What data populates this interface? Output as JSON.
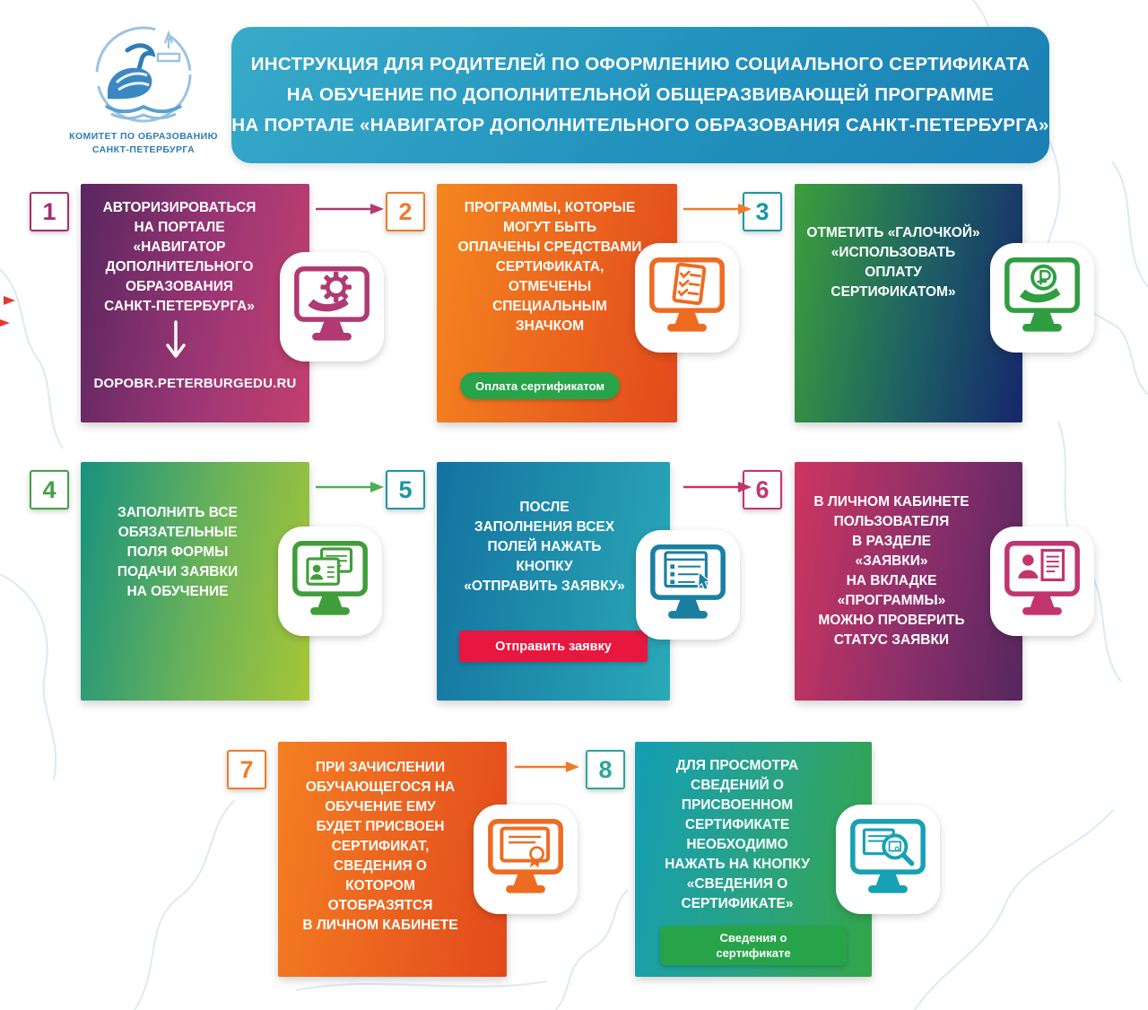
{
  "header": {
    "title_lines": [
      "ИНСТРУКЦИЯ ДЛЯ РОДИТЕЛЕЙ ПО ОФОРМЛЕНИЮ СОЦИАЛЬНОГО СЕРТИФИКАТА",
      "НА ОБУЧЕНИЕ ПО ДОПОЛНИТЕЛЬНОЙ ОБЩЕРАЗВИВАЮЩЕЙ ПРОГРАММЕ",
      "НА ПОРТАЛЕ «НАВИГАТОР ДОПОЛНИТЕЛЬНОГО ОБРАЗОВАНИЯ САНКТ-ПЕТЕРБУРГА»"
    ],
    "gradient": [
      "#38abca",
      "#1b7fb3"
    ]
  },
  "logo": {
    "caption_line1": "КОМИТЕТ ПО ОБРАЗОВАНИЮ",
    "caption_line2": "САНКТ-ПЕТЕРБУРГА",
    "color": "#2e7cb8"
  },
  "steps": [
    {
      "number": "1",
      "accent": "#a92c6d",
      "gradient": [
        "#57265f",
        "#c2406e"
      ],
      "icon": "monitor-gear-hand",
      "text": "АВТОРИЗИРОВАТЬСЯ\nНА ПОРТАЛЕ\n«НАВИГАТОР\nДОПОЛНИТЕЛЬНОГО\nОБРАЗОВАНИЯ\nСАНКТ-ПЕТЕРБУРГА»",
      "url": "DOPOBR.PETERBURGEDU.RU"
    },
    {
      "number": "2",
      "accent": "#f07b26",
      "gradient": [
        "#f5861f",
        "#e2491c"
      ],
      "icon": "monitor-checklist",
      "text": "ПРОГРАММЫ, КОТОРЫЕ\nМОГУТ БЫТЬ\nОПЛАЧЕНЫ СРЕДСТВАМИ\nСЕРТИФИКАТА,\nОТМЕЧЕНЫ\nСПЕЦИАЛЬНЫМ\nЗНАЧКОМ",
      "button": {
        "label": "Оплата сертификатом",
        "color": "#27a44a"
      }
    },
    {
      "number": "3",
      "accent": "#1a96a8",
      "gradient": [
        "#3ba03c",
        "#16276b"
      ],
      "icon": "monitor-ruble-hand",
      "text": "ОТМЕТИТЬ «ГАЛОЧКОЙ»\n«ИСПОЛЬЗОВАТЬ\nОПЛАТУ\nСЕРТИФИКАТОМ»"
    },
    {
      "number": "4",
      "accent": "#43a047",
      "gradient": [
        "#17927f",
        "#a6c636"
      ],
      "icon": "monitor-application-forms",
      "text": "ЗАПОЛНИТЬ ВСЕ\nОБЯЗАТЕЛЬНЫЕ\nПОЛЯ ФОРМЫ\nПОДАЧИ ЗАЯВКИ\nНА ОБУЧЕНИЕ"
    },
    {
      "number": "5",
      "accent": "#1a96a8",
      "gradient": [
        "#14729f",
        "#2aa9b8"
      ],
      "icon": "monitor-form-cursor",
      "text": "ПОСЛЕ\nЗАПОЛНЕНИЯ ВСЕХ\nПОЛЕЙ НАЖАТЬ\nКНОПКУ\n«ОТПРАВИТЬ ЗАЯВКУ»",
      "button": {
        "label": "Отправить заявку",
        "color": "#e8173f"
      }
    },
    {
      "number": "6",
      "accent": "#c2356e",
      "gradient": [
        "#cf3560",
        "#56265f"
      ],
      "icon": "monitor-user-document",
      "text": "В ЛИЧНОМ КАБИНЕТЕ\nПОЛЬЗОВАТЕЛЯ\nВ РАЗДЕЛЕ\n«ЗАЯВКИ»\nНА ВКЛАДКЕ\n«ПРОГРАММЫ»\nМОЖНО ПРОВЕРИТЬ\nСТАТУС ЗАЯВКИ"
    },
    {
      "number": "7",
      "accent": "#f07b26",
      "gradient": [
        "#f57f22",
        "#e2491c"
      ],
      "icon": "monitor-certificate",
      "text": "ПРИ ЗАЧИСЛЕНИИ\nОБУЧАЮЩЕГОСЯ НА\nОБУЧЕНИЕ ЕМУ\nБУДЕТ  ПРИСВОЕН\nСЕРТИФИКАТ,\nСВЕДЕНИЯ О\nКОТОРОМ\nОТОБРАЗЯТСЯ\nВ ЛИЧНОМ КАБИНЕТЕ"
    },
    {
      "number": "8",
      "accent": "#2aa79b",
      "gradient": [
        "#149eb5",
        "#34a548"
      ],
      "icon": "monitor-certificate-magnifier",
      "text": "ДЛЯ ПРОСМОТРА\nСВЕДЕНИЙ О\nПРИСВОЕННОМ\nСЕРТИФИКАТЕ\nНЕОБХОДИМО\nНАЖАТЬ НА КНОПКУ\n«СВЕДЕНИЯ О\nСЕРТИФИКАТЕ»",
      "button": {
        "label": "Сведения о\nсертификате",
        "color": "#27a44a"
      }
    }
  ],
  "flow_arrows": [
    {
      "from": "1",
      "to": "2",
      "color": "#b03a74"
    },
    {
      "from": "2",
      "to": "3",
      "color": "#f07b26"
    },
    {
      "from": "4",
      "to": "5",
      "color": "#4caf50"
    },
    {
      "from": "5",
      "to": "6",
      "color": "#c2356e"
    },
    {
      "from": "7",
      "to": "8",
      "color": "#f07b26"
    }
  ]
}
